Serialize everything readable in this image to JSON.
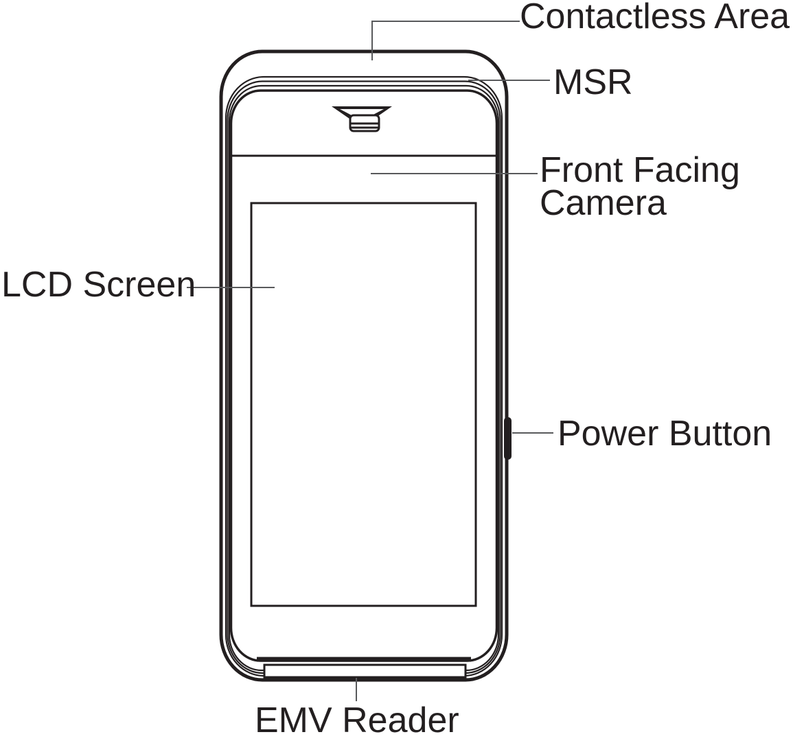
{
  "diagram": {
    "background_color": "#ffffff",
    "line_color": "#231f20",
    "leader_line_color": "#58595b",
    "callouts": [
      {
        "id": "contactless-area",
        "label": "Contactless Area"
      },
      {
        "id": "msr",
        "label": "MSR"
      },
      {
        "id": "front-facing-camera",
        "label": "Front Facing Camera",
        "lines": [
          "Front Facing",
          "Camera"
        ]
      },
      {
        "id": "lcd-screen",
        "label": "LCD Screen"
      },
      {
        "id": "power-button",
        "label": "Power Button"
      },
      {
        "id": "emv-reader",
        "label": "EMV Reader"
      }
    ]
  }
}
